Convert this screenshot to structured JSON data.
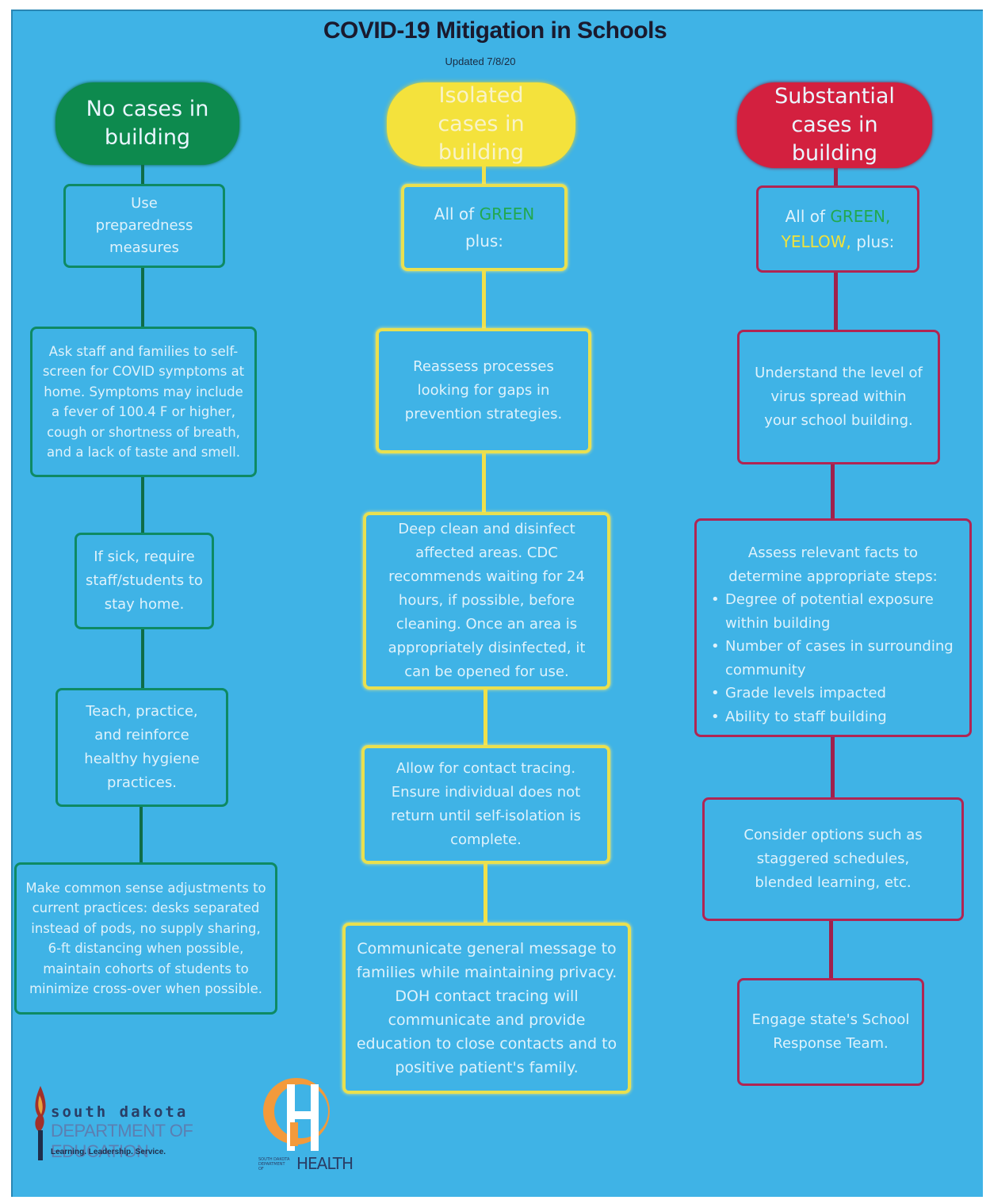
{
  "title": "COVID-19 Mitigation in Schools",
  "subtitle": "Updated 7/8/20",
  "columns": {
    "green": {
      "header": "No cases in building",
      "boxes": [
        "Use preparedness measures",
        "Ask staff and families to self-screen for COVID symptoms at home. Symptoms may include a fever of 100.4 F or higher, cough or shortness of breath, and a lack of taste and smell.",
        "If sick, require staff/students to stay home.",
        "Teach, practice, and reinforce healthy hygiene practices.",
        "Make common sense adjustments to current practices: desks separated instead of pods, no supply sharing, 6-ft distancing when possible, maintain cohorts of students to minimize cross-over when possible."
      ]
    },
    "yellow": {
      "header": "Isolated cases in building",
      "first_prefix": "All of ",
      "first_green": "GREEN",
      "first_suffix": " plus:",
      "boxes": [
        "Reassess processes looking for gaps in prevention strategies.",
        "Deep clean and disinfect affected areas. CDC recommends waiting for 24 hours, if possible, before cleaning. Once an area is appropriately disinfected, it can be opened for use.",
        "Allow for contact tracing. Ensure individual does not return until self-isolation is complete.",
        "Communicate general message to families while maintaining privacy. DOH contact tracing will communicate and provide education to close contacts and to positive patient's family."
      ]
    },
    "red": {
      "header": "Substantial cases in building",
      "first_prefix": "All of ",
      "first_green": "GREEN,",
      "first_yellow": "YELLOW,",
      "first_suffix": " plus:",
      "boxes": [
        "Understand the level of virus spread within your school building.",
        "Consider options such as staggered schedules, blended learning, etc.",
        "Engage state's School Response Team."
      ],
      "assess": {
        "intro": "Assess relevant facts to determine appropriate steps:",
        "bullets": [
          "Degree of potential exposure within building",
          "Number of cases in surrounding community",
          "Grade levels impacted",
          "Ability to staff building"
        ]
      }
    }
  },
  "logos": {
    "sd_name": "south dakota",
    "sd_dept": "DEPARTMENT OF EDUCATION",
    "sd_tagline": "Learning. Leadership. Service.",
    "doh_word": "HEALTH",
    "doh_small": "SOUTH DAKOTA DEPARTMENT OF"
  },
  "colors": {
    "background": "#3fb3e6",
    "green": "#0d8a4e",
    "yellow": "#f4e23c",
    "red": "#d3203f"
  }
}
